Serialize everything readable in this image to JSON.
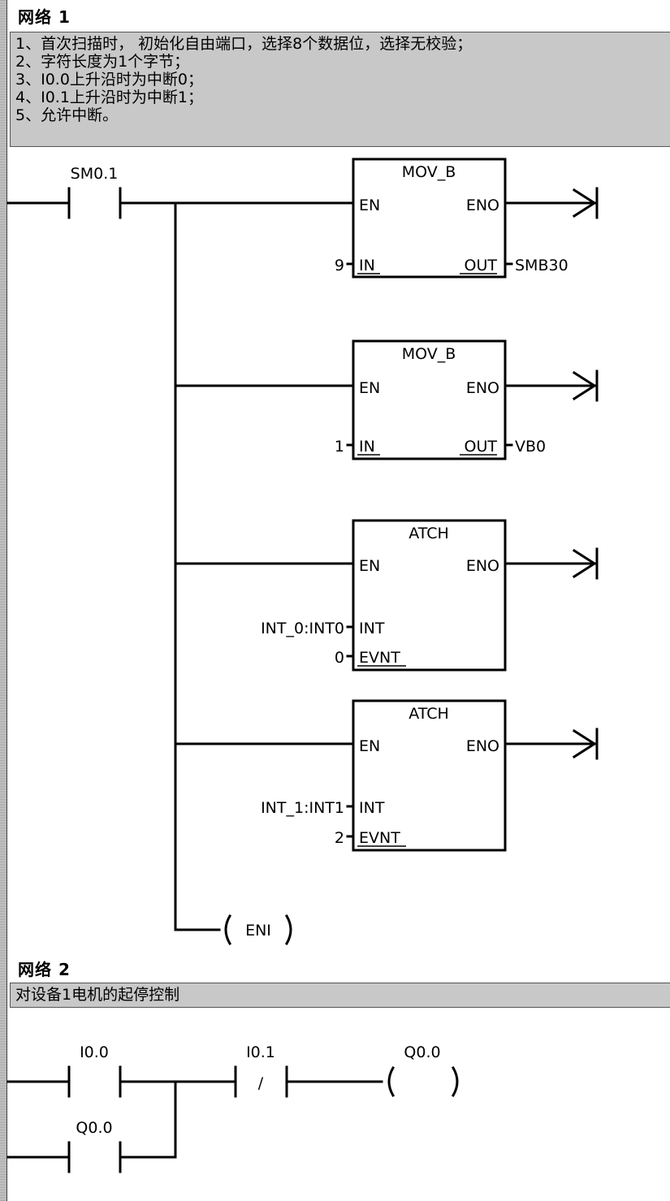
{
  "network1": {
    "title": "网络 1",
    "comments": [
      "1、首次扫描时， 初始化自由端口，选择8个数据位，选择无校验；",
      "2、字符长度为1个字节；",
      "3、I0.0上升沿时为中断0；",
      "4、I0.1上升沿时为中断1；",
      "5、允许中断。"
    ],
    "contact": "SM0.1",
    "blocks": [
      {
        "name": "MOV_B",
        "en": "EN",
        "eno": "ENO",
        "in_pins": [
          {
            "pin": "IN",
            "value": "9"
          }
        ],
        "out_pin": "OUT",
        "out_value": "SMB30"
      },
      {
        "name": "MOV_B",
        "en": "EN",
        "eno": "ENO",
        "in_pins": [
          {
            "pin": "IN",
            "value": "1"
          }
        ],
        "out_pin": "OUT",
        "out_value": "VB0"
      },
      {
        "name": "ATCH",
        "en": "EN",
        "eno": "ENO",
        "in_pins": [
          {
            "pin": "INT",
            "value": "INT_0:INT0"
          },
          {
            "pin": "EVNT",
            "value": "0"
          }
        ]
      },
      {
        "name": "ATCH",
        "en": "EN",
        "eno": "ENO",
        "in_pins": [
          {
            "pin": "INT",
            "value": "INT_1:INT1"
          },
          {
            "pin": "EVNT",
            "value": "2"
          }
        ]
      }
    ],
    "coil": "ENI"
  },
  "network2": {
    "title": "网络 2",
    "comment": "对设备1电机的起停控制",
    "contact1": "I0.0",
    "contact2": "I0.1",
    "contact2_symbol": "/",
    "parallel_contact": "Q0.0",
    "coil": "Q0.0"
  }
}
